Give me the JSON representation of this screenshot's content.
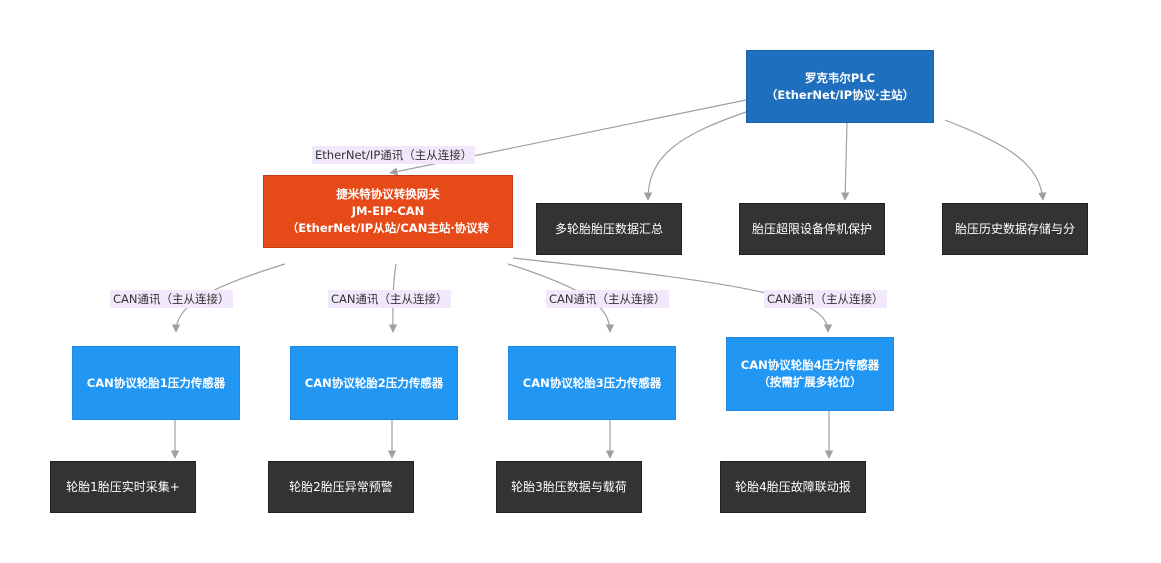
{
  "nodes": {
    "plc": {
      "line1": "罗克韦尔PLC",
      "line2": "（EtherNet/IP协议·主站）"
    },
    "gateway": {
      "line1": "捷米特协议转换网关",
      "line2": "JM-EIP-CAN",
      "line3": "（EtherNet/IP从站/CAN主站·协议转"
    },
    "func_summary": "多轮胎胎压数据汇总",
    "func_stop": "胎压超限设备停机保护",
    "func_history": "胎压历史数据存储与分",
    "sensors": [
      {
        "line1": "CAN协议轮胎1压力传感器",
        "line2": ""
      },
      {
        "line1": "CAN协议轮胎2压力传感器",
        "line2": ""
      },
      {
        "line1": "CAN协议轮胎3压力传感器",
        "line2": ""
      },
      {
        "line1": "CAN协议轮胎4压力传感器",
        "line2": "（按需扩展多轮位）"
      }
    ],
    "tire_funcs": [
      "轮胎1胎压实时采集+",
      "轮胎2胎压异常预警",
      "轮胎3胎压数据与载荷",
      "轮胎4胎压故障联动报"
    ]
  },
  "edge_labels": {
    "ethernet": "EtherNet/IP通讯（主从连接）",
    "can": "CAN通讯（主从连接）"
  },
  "colors": {
    "plc": "#1f6fbf",
    "gateway": "#e64a19",
    "sensor": "#2196f3",
    "function": "#333333",
    "edge": "#a0a0a0",
    "label_bg": "#f1e8fb"
  }
}
